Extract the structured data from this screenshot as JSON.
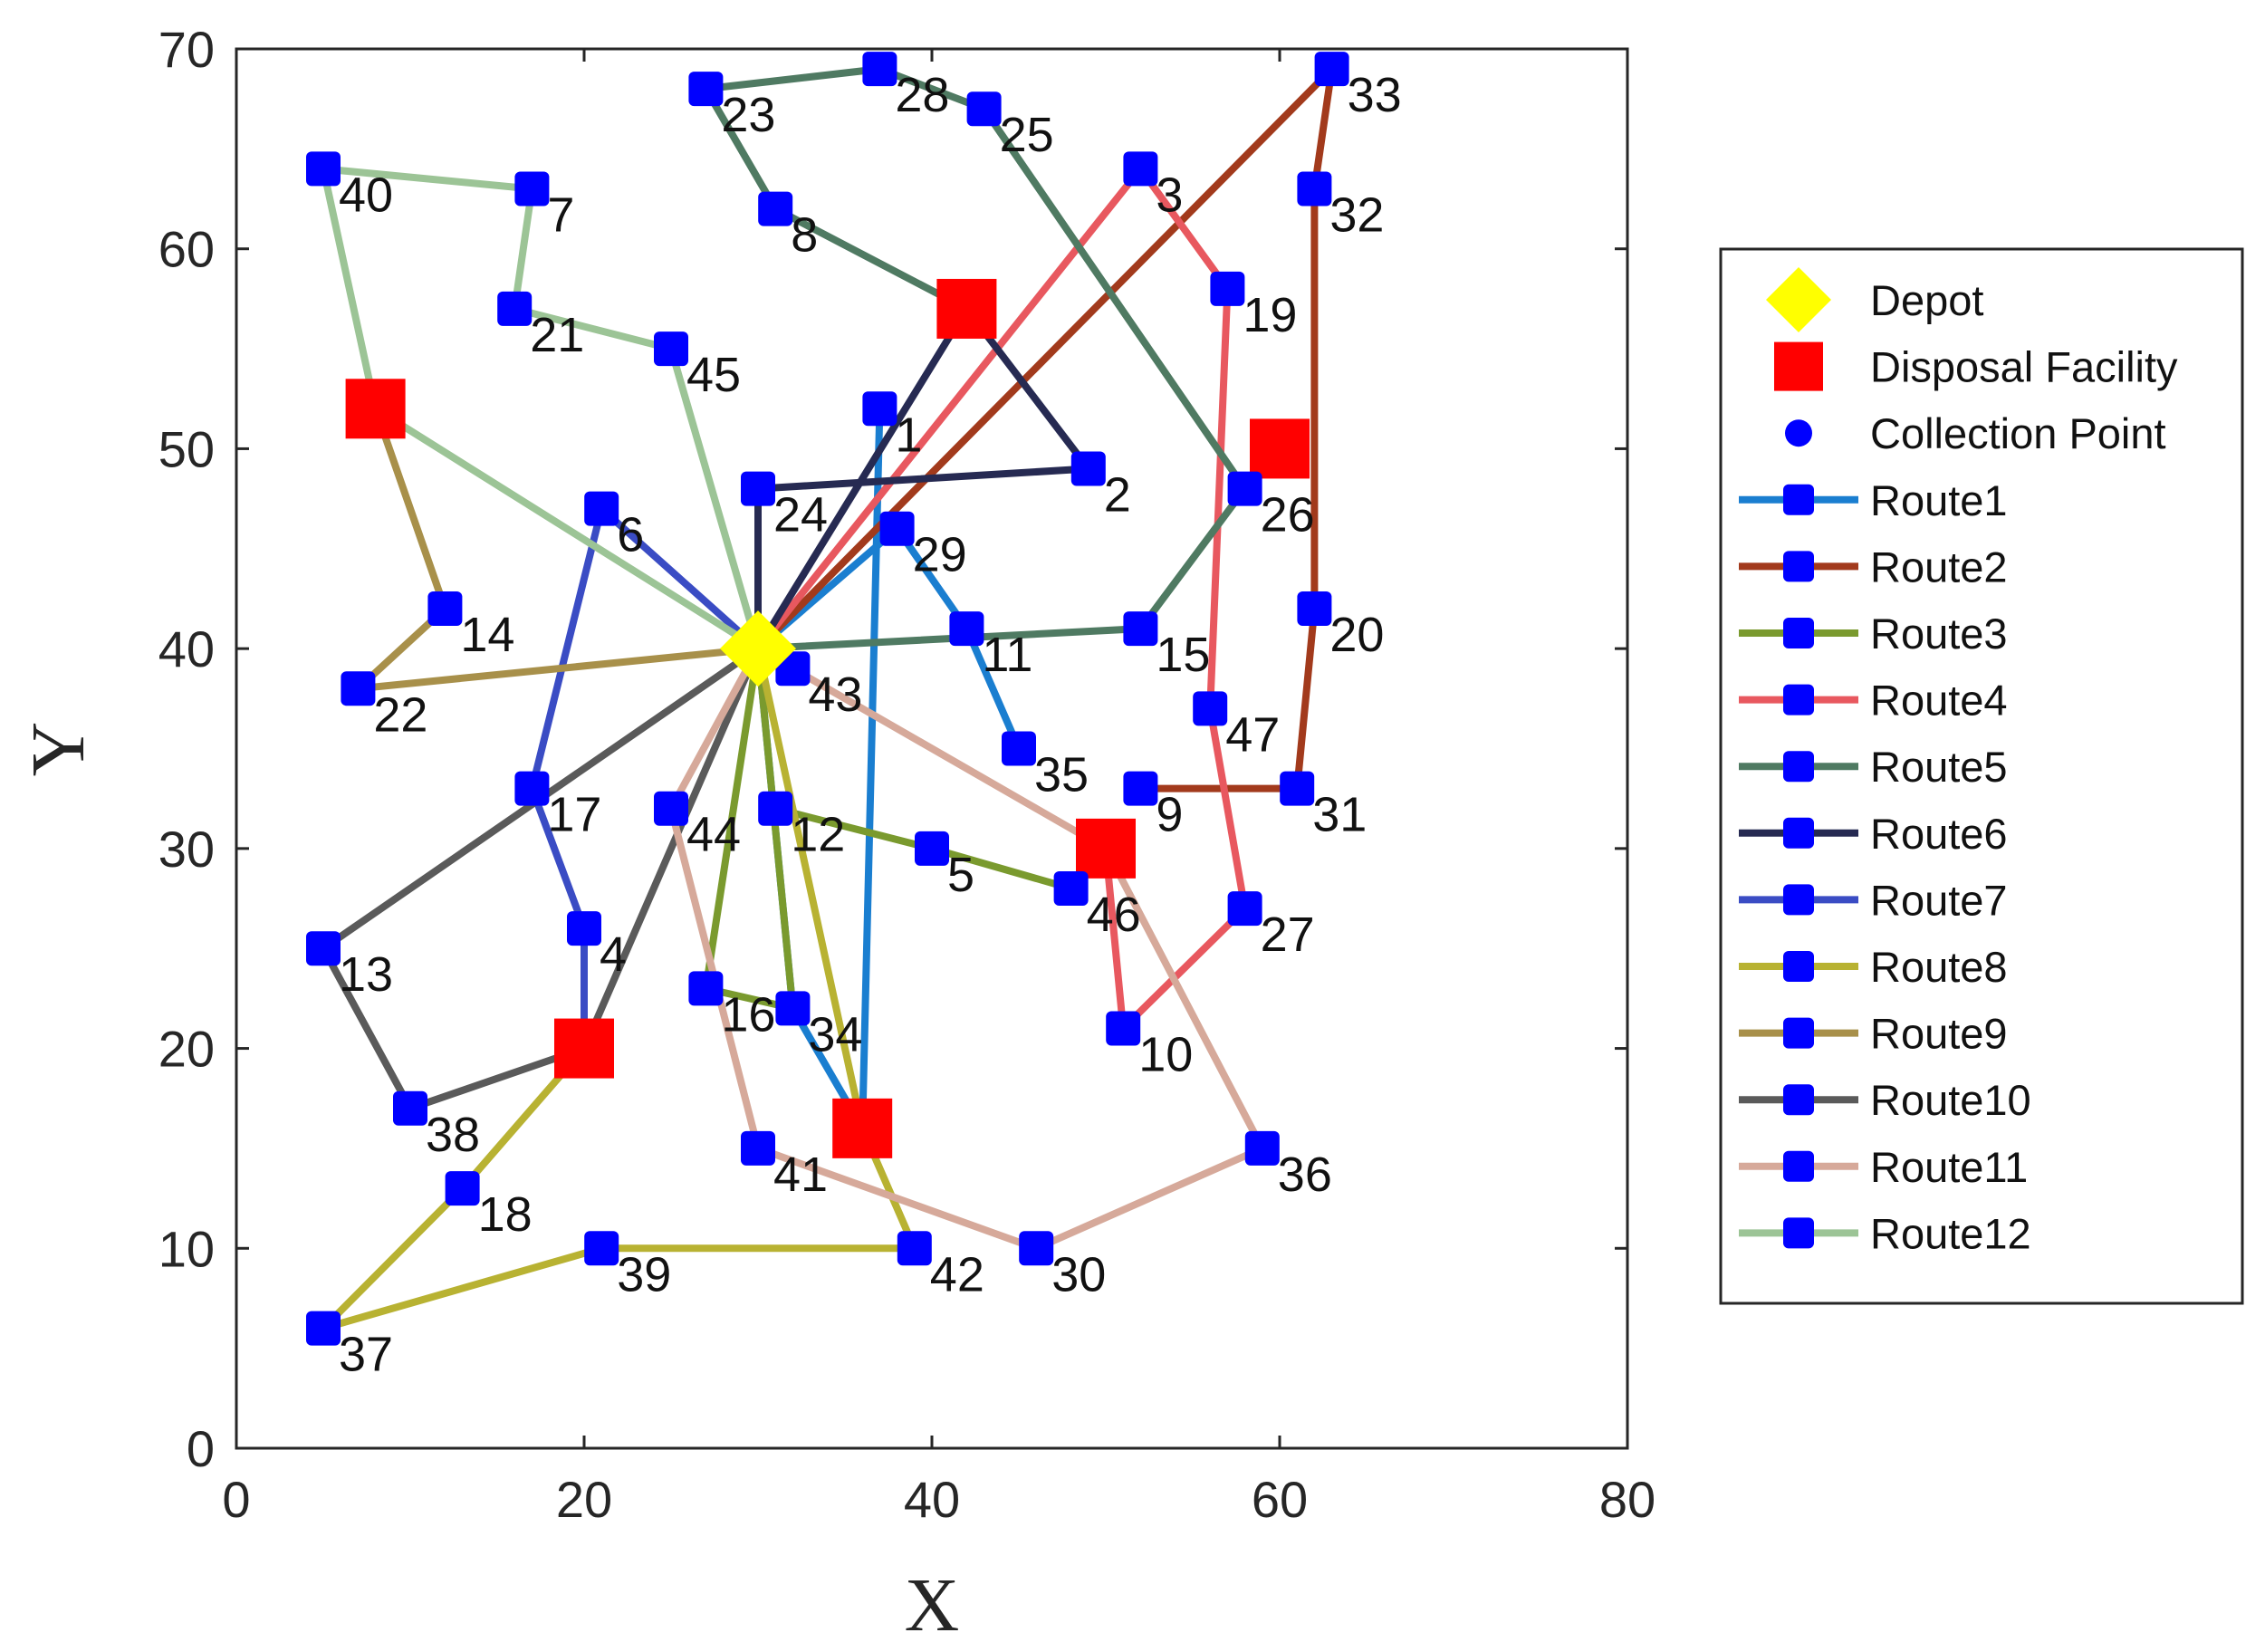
{
  "chart_data": {
    "type": "scatter",
    "xlabel": "X",
    "ylabel": "Y",
    "xlim": [
      0,
      80
    ],
    "ylim": [
      0,
      70
    ],
    "xticks": [
      0,
      20,
      40,
      60,
      80
    ],
    "yticks": [
      0,
      10,
      20,
      30,
      40,
      50,
      60,
      70
    ],
    "grid": false,
    "legend_position": "outside-right",
    "colors": {
      "depot": "#ffff00",
      "disposal": "#ff0000",
      "point": "#0000ff"
    },
    "depot": {
      "x": 30,
      "y": 40
    },
    "disposal_facilities": [
      {
        "x": 8,
        "y": 52
      },
      {
        "x": 42,
        "y": 57
      },
      {
        "x": 60,
        "y": 50
      },
      {
        "x": 50,
        "y": 30
      },
      {
        "x": 20,
        "y": 20
      },
      {
        "x": 36,
        "y": 16
      }
    ],
    "points": [
      {
        "id": "1",
        "x": 37,
        "y": 52
      },
      {
        "id": "2",
        "x": 49,
        "y": 49
      },
      {
        "id": "3",
        "x": 52,
        "y": 64
      },
      {
        "id": "4",
        "x": 20,
        "y": 26
      },
      {
        "id": "5",
        "x": 40,
        "y": 30
      },
      {
        "id": "6",
        "x": 21,
        "y": 47
      },
      {
        "id": "7",
        "x": 17,
        "y": 63
      },
      {
        "id": "8",
        "x": 31,
        "y": 62
      },
      {
        "id": "9",
        "x": 52,
        "y": 33
      },
      {
        "id": "10",
        "x": 51,
        "y": 21
      },
      {
        "id": "11",
        "x": 42,
        "y": 41
      },
      {
        "id": "12",
        "x": 31,
        "y": 32
      },
      {
        "id": "13",
        "x": 5,
        "y": 25
      },
      {
        "id": "14",
        "x": 12,
        "y": 42
      },
      {
        "id": "15",
        "x": 52,
        "y": 41
      },
      {
        "id": "16",
        "x": 27,
        "y": 23
      },
      {
        "id": "17",
        "x": 17,
        "y": 33
      },
      {
        "id": "18",
        "x": 13,
        "y": 13
      },
      {
        "id": "19",
        "x": 57,
        "y": 58
      },
      {
        "id": "20",
        "x": 62,
        "y": 42
      },
      {
        "id": "21",
        "x": 16,
        "y": 57
      },
      {
        "id": "22",
        "x": 7,
        "y": 38
      },
      {
        "id": "23",
        "x": 27,
        "y": 68
      },
      {
        "id": "24",
        "x": 30,
        "y": 48
      },
      {
        "id": "25",
        "x": 43,
        "y": 67
      },
      {
        "id": "26",
        "x": 58,
        "y": 48
      },
      {
        "id": "27",
        "x": 58,
        "y": 27
      },
      {
        "id": "28",
        "x": 37,
        "y": 69
      },
      {
        "id": "29",
        "x": 38,
        "y": 46
      },
      {
        "id": "30",
        "x": 46,
        "y": 10
      },
      {
        "id": "31",
        "x": 61,
        "y": 33
      },
      {
        "id": "32",
        "x": 62,
        "y": 63
      },
      {
        "id": "33",
        "x": 63,
        "y": 69
      },
      {
        "id": "34",
        "x": 32,
        "y": 22
      },
      {
        "id": "35",
        "x": 45,
        "y": 35
      },
      {
        "id": "36",
        "x": 59,
        "y": 15
      },
      {
        "id": "37",
        "x": 5,
        "y": 6
      },
      {
        "id": "38",
        "x": 10,
        "y": 17
      },
      {
        "id": "39",
        "x": 21,
        "y": 10
      },
      {
        "id": "40",
        "x": 5,
        "y": 64
      },
      {
        "id": "41",
        "x": 30,
        "y": 15
      },
      {
        "id": "42",
        "x": 39,
        "y": 10
      },
      {
        "id": "43",
        "x": 32,
        "y": 39
      },
      {
        "id": "44",
        "x": 25,
        "y": 32
      },
      {
        "id": "45",
        "x": 25,
        "y": 55
      },
      {
        "id": "46",
        "x": 48,
        "y": 28
      },
      {
        "id": "47",
        "x": 56,
        "y": 37
      }
    ],
    "series": [
      {
        "name": "Route1",
        "color": "#1a7ed0",
        "path": [
          [
            30,
            40
          ],
          [
            38,
            46
          ],
          [
            42,
            41
          ],
          [
            45,
            35
          ]
        ]
      },
      {
        "name": "Route1",
        "color": "#1a7ed0",
        "path": [
          [
            37,
            52
          ],
          [
            36,
            16
          ],
          [
            32,
            22
          ],
          [
            30,
            40
          ]
        ]
      },
      {
        "name": "Route2",
        "color": "#a23a1c",
        "path": [
          [
            30,
            40
          ],
          [
            63,
            69
          ],
          [
            62,
            63
          ],
          [
            62,
            42
          ],
          [
            61,
            33
          ],
          [
            52,
            33
          ]
        ]
      },
      {
        "name": "Route3",
        "color": "#7a9a2e",
        "path": [
          [
            30,
            40
          ],
          [
            27,
            23
          ],
          [
            32,
            22
          ],
          [
            30,
            40
          ]
        ]
      },
      {
        "name": "Route3",
        "color": "#7a9a2e",
        "path": [
          [
            31,
            32
          ],
          [
            40,
            30
          ],
          [
            48,
            28
          ]
        ]
      },
      {
        "name": "Route4",
        "color": "#e8585f",
        "path": [
          [
            30,
            40
          ],
          [
            52,
            64
          ],
          [
            57,
            58
          ],
          [
            56,
            37
          ],
          [
            58,
            27
          ],
          [
            51,
            21
          ],
          [
            50,
            30
          ]
        ]
      },
      {
        "name": "Route5",
        "color": "#4f7a62",
        "path": [
          [
            30,
            40
          ],
          [
            52,
            41
          ],
          [
            58,
            48
          ],
          [
            43,
            67
          ],
          [
            37,
            69
          ],
          [
            27,
            68
          ],
          [
            31,
            62
          ],
          [
            42,
            57
          ]
        ]
      },
      {
        "name": "Route6",
        "color": "#262a52",
        "path": [
          [
            30,
            40
          ],
          [
            42,
            57
          ],
          [
            49,
            49
          ],
          [
            30,
            48
          ],
          [
            30,
            40
          ]
        ]
      },
      {
        "name": "Route7",
        "color": "#3a4cc4",
        "path": [
          [
            30,
            40
          ],
          [
            21,
            47
          ],
          [
            17,
            33
          ],
          [
            20,
            26
          ],
          [
            20,
            20
          ]
        ]
      },
      {
        "name": "Route8",
        "color": "#b8b232",
        "path": [
          [
            30,
            40
          ],
          [
            36,
            16
          ],
          [
            39,
            10
          ],
          [
            21,
            10
          ],
          [
            5,
            6
          ],
          [
            13,
            13
          ],
          [
            20,
            20
          ]
        ]
      },
      {
        "name": "Route9",
        "color": "#a8904a",
        "path": [
          [
            30,
            40
          ],
          [
            7,
            38
          ],
          [
            12,
            42
          ],
          [
            8,
            52
          ]
        ]
      },
      {
        "name": "Route10",
        "color": "#5a5a5a",
        "path": [
          [
            30,
            40
          ],
          [
            5,
            25
          ],
          [
            10,
            17
          ],
          [
            20,
            20
          ],
          [
            30,
            40
          ]
        ]
      },
      {
        "name": "Route11",
        "color": "#d6a99a",
        "path": [
          [
            30,
            40
          ],
          [
            25,
            32
          ],
          [
            30,
            15
          ],
          [
            46,
            10
          ],
          [
            59,
            15
          ],
          [
            50,
            30
          ],
          [
            30,
            40
          ]
        ]
      },
      {
        "name": "Route12",
        "color": "#9cc496",
        "path": [
          [
            30,
            40
          ],
          [
            25,
            55
          ],
          [
            16,
            57
          ],
          [
            17,
            63
          ],
          [
            5,
            64
          ],
          [
            8,
            52
          ],
          [
            30,
            40
          ]
        ]
      }
    ],
    "legend": [
      {
        "label": "Depot",
        "marker": "diamond",
        "color": "#ffff00"
      },
      {
        "label": "Disposal Facility",
        "marker": "square",
        "color": "#ff0000"
      },
      {
        "label": "Collection Point",
        "marker": "circle",
        "color": "#0000ff"
      },
      {
        "label": "Route1",
        "marker": "line-square",
        "color": "#1a7ed0"
      },
      {
        "label": "Route2",
        "marker": "line-square",
        "color": "#a23a1c"
      },
      {
        "label": "Route3",
        "marker": "line-square",
        "color": "#7a9a2e"
      },
      {
        "label": "Route4",
        "marker": "line-square",
        "color": "#e8585f"
      },
      {
        "label": "Route5",
        "marker": "line-square",
        "color": "#4f7a62"
      },
      {
        "label": "Route6",
        "marker": "line-square",
        "color": "#262a52"
      },
      {
        "label": "Route7",
        "marker": "line-square",
        "color": "#3a4cc4"
      },
      {
        "label": "Route8",
        "marker": "line-square",
        "color": "#b8b232"
      },
      {
        "label": "Route9",
        "marker": "line-square",
        "color": "#a8904a"
      },
      {
        "label": "Route10",
        "marker": "line-square",
        "color": "#5a5a5a"
      },
      {
        "label": "Route11",
        "marker": "line-square",
        "color": "#d6a99a"
      },
      {
        "label": "Route12",
        "marker": "line-square",
        "color": "#9cc496"
      }
    ]
  }
}
